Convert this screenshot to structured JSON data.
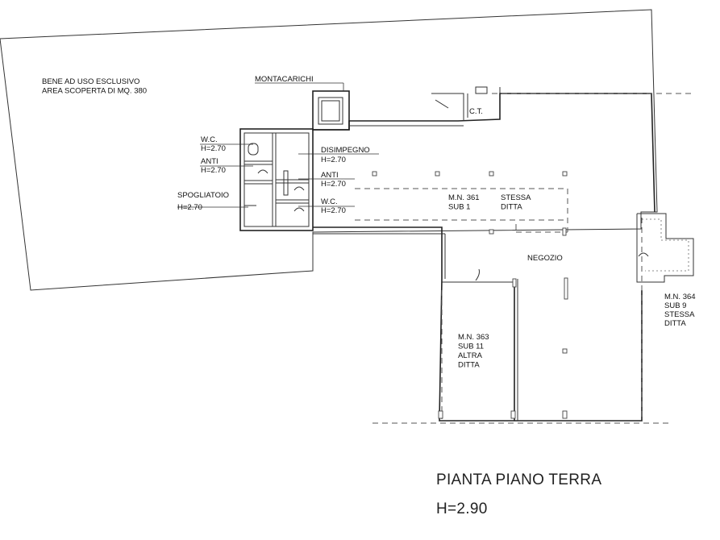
{
  "labels": {
    "outdoor_area": [
      "BENE AD USO ESCLUSIVO",
      "AREA SCOPERTA DI MQ. 380"
    ],
    "montacarichi": "MONTACARICHI",
    "ct": "C.T.",
    "wc1": [
      "W.C.",
      "H=2.70"
    ],
    "anti1": [
      "ANTI",
      "H=2.70"
    ],
    "spogliatoio": [
      "SPOGLIATOIO",
      "H=2.70"
    ],
    "disimpegno": [
      "DISIMPEGNO",
      "H=2.70"
    ],
    "anti2": [
      "ANTI",
      "H=2.70"
    ],
    "wc2": [
      "W.C.",
      "H=2.70"
    ],
    "mn361": [
      "M.N. 361",
      "SUB 1"
    ],
    "stessa_ditta_1": [
      "STESSA",
      "DITTA"
    ],
    "negozio": "NEGOZIO",
    "mn364": [
      "M.N. 364",
      "SUB 9",
      "STESSA",
      "DITTA"
    ],
    "mn363": [
      "M.N. 363",
      "SUB 11",
      "ALTRA",
      "DITTA"
    ]
  },
  "footer": {
    "title": "PIANTA PIANO TERRA",
    "height": "H=2.90"
  }
}
